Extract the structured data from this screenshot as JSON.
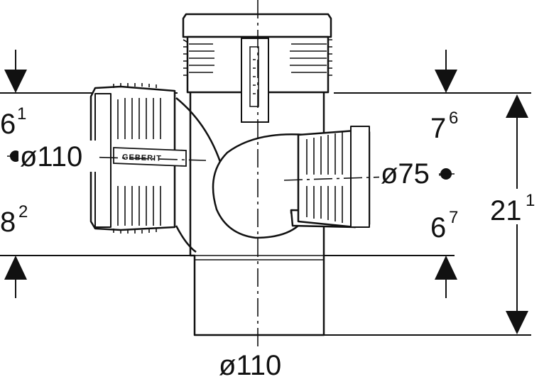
{
  "labels": {
    "left_top": {
      "main": "6",
      "sup": "1"
    },
    "left_diam": "ø110",
    "left_bottom": {
      "main": "8",
      "sup": "2"
    },
    "right_top": {
      "main": "7",
      "sup": "6"
    },
    "right_diam": "ø75",
    "right_bottom": {
      "main": "6",
      "sup": "7"
    },
    "overall": {
      "main": "21",
      "sup": "1"
    },
    "bottom_diam": "ø110"
  },
  "logo_text": "GEBERIT",
  "colors": {
    "line": "#111111",
    "fill": "#ffffff"
  }
}
